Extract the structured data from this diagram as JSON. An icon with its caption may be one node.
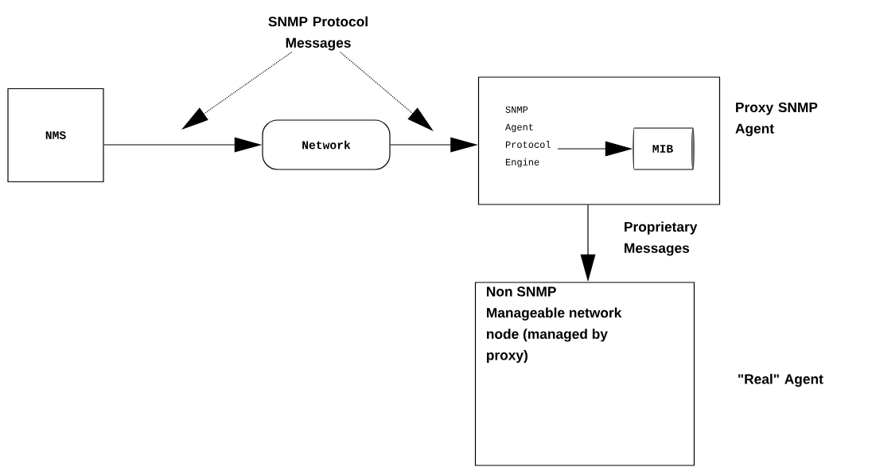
{
  "diagram": {
    "nodes": [
      {
        "text": [
          "NMS"
        ]
      },
      {
        "text": [
          "Network"
        ]
      },
      {
        "text": [],
        "shape": "box",
        "beside": [
          "Proxy SNMP Agent"
        ]
      },
      {
        "text": [
          "SNMP Agent Protocol Engine"
        ],
        "in": 2
      },
      {
        "text": [
          "MIB"
        ],
        "in": 2
      },
      {
        "text": [
          "Non SNMP Manageable network node (managed by proxy)"
        ],
        "beside": [
          "\"Real\" Agent"
        ]
      },
      {
        "text": [
          "SNMP Protocol Messages"
        ]
      }
    ],
    "edges": [
      {
        "from": 0,
        "to": 1,
        "arrow": "to"
      },
      {
        "from": 1,
        "to": 2,
        "arrow": "to"
      },
      {
        "from": 3,
        "to": 4,
        "arrow": "to"
      },
      {
        "from": 2,
        "to": 5,
        "arrow": "to",
        "label": "Proprietary Messages"
      },
      {
        "from": 6,
        "to": null,
        "arrow": "to",
        "style": "dashed"
      },
      {
        "from": 6,
        "to": null,
        "arrow": "to",
        "style": "dashed"
      }
    ]
  }
}
